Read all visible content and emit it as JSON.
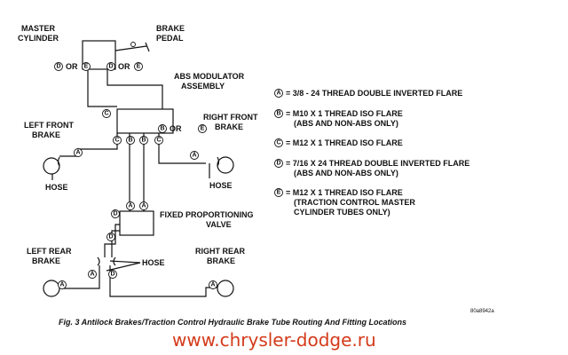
{
  "labels": {
    "master_cylinder": [
      "MASTER",
      "CYLINDER"
    ],
    "brake_pedal": [
      "BRAKE",
      "PEDAL"
    ],
    "abs_modulator": [
      "ABS MODULATOR",
      "ASSEMBLY"
    ],
    "left_front": [
      "LEFT FRONT",
      "BRAKE"
    ],
    "right_front": [
      "RIGHT FRONT",
      "BRAKE"
    ],
    "hose": "HOSE",
    "fixed_valve": [
      "FIXED PROPORTIONING",
      "VALVE"
    ],
    "left_rear": [
      "LEFT REAR",
      "BRAKE"
    ],
    "right_rear": [
      "RIGHT REAR",
      "BRAKE"
    ],
    "or": "OR"
  },
  "legend": [
    {
      "code": "A",
      "lines": [
        "= 3/8 - 24 THREAD DOUBLE INVERTED FLARE"
      ]
    },
    {
      "code": "B",
      "lines": [
        "= M10 X 1 THREAD ISO FLARE",
        "(ABS AND NON-ABS ONLY)"
      ]
    },
    {
      "code": "C",
      "lines": [
        "= M12 X 1 THREAD ISO FLARE"
      ]
    },
    {
      "code": "D",
      "lines": [
        "= 7/16 X 24 THREAD DOUBLE INVERTED FLARE",
        "(ABS AND NON-ABS ONLY)"
      ]
    },
    {
      "code": "E",
      "lines": [
        "= M12 X 1 THREAD ISO FLARE",
        "(TRACTION CONTROL MASTER",
        "CYLINDER TUBES ONLY)"
      ]
    }
  ],
  "reference": "80a8942a",
  "caption": "Fig. 3 Antilock Brakes/Traction Control Hydraulic Brake Tube Routing And Fitting Locations",
  "url": "www.chrysler-dodge.ru"
}
